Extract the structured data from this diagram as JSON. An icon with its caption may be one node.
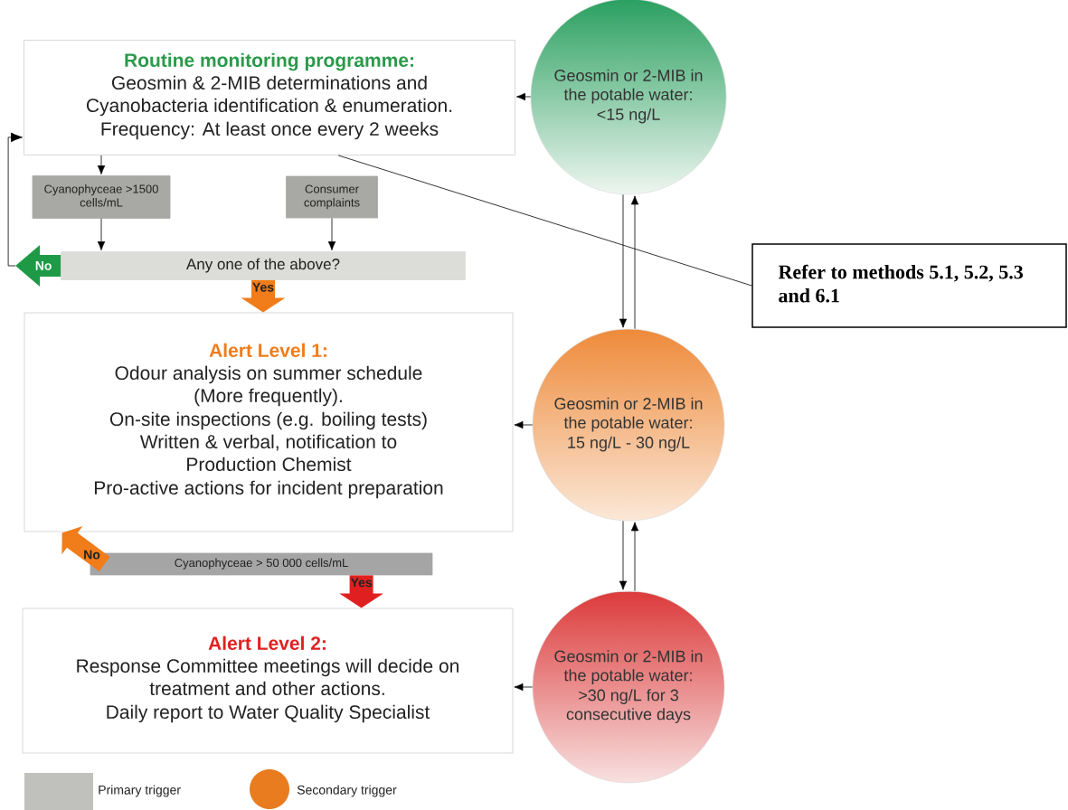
{
  "diagram": {
    "nodes": [
      {
        "text": [
          "Routine monitoring programme:",
          "Geosmin & 2-MIB determinations and Cyanobacteria identification & enumeration.",
          "Frequency: At least once every 2 weeks"
        ]
      },
      {
        "text": [
          "Cyanophyceae >1500 cells/mL"
        ]
      },
      {
        "text": [
          "Consumer complaints"
        ]
      },
      {
        "text": [
          "Any one of the above?"
        ]
      },
      {
        "text": [
          "Alert Level 1:",
          "Odour analysis on summer schedule (More frequently).",
          "On-site inspections (e.g. boiling tests)",
          "Written & verbal, notification to Production Chemist",
          "Pro-active actions for incident preparation"
        ]
      },
      {
        "text": [
          "Cyanophyceae > 50 000 cells/mL"
        ]
      },
      {
        "text": [
          "Alert Level 2:",
          "Response Committee meetings will decide on treatment and other actions.",
          "Daily report to Water Quality Specialist"
        ]
      },
      {
        "text": [
          "Geosmin or 2-MIB in the potable water:",
          "<15 ng/L"
        ]
      },
      {
        "text": [
          "Geosmin or 2-MIB in the potable water:",
          "15 ng/L - 30 ng/L"
        ]
      },
      {
        "text": [
          "Geosmin or 2-MIB in the potable water:",
          ">30 ng/L for 3 consecutive days"
        ]
      },
      {
        "text": [
          "Refer to methods 5.1, 5.2, 5.3 and 6.1"
        ]
      }
    ],
    "edges": [
      {
        "from": 0,
        "to": 1,
        "arrow": "to"
      },
      {
        "from": 1,
        "to": 3,
        "arrow": "to"
      },
      {
        "from": 2,
        "to": 3,
        "arrow": "to"
      },
      {
        "from": 3,
        "to": 0,
        "arrow": "to",
        "label": "No"
      },
      {
        "from": 3,
        "to": 4,
        "arrow": "to",
        "label": "Yes",
        "style": "thick",
        "color": "#f07c1a"
      },
      {
        "from": 5,
        "to": 4,
        "arrow": "to",
        "label": "No",
        "style": "thick",
        "color": "#f07c1a"
      },
      {
        "from": 5,
        "to": 6,
        "arrow": "to",
        "label": "Yes",
        "style": "thick",
        "color": "#e02020"
      },
      {
        "from": 7,
        "to": 0,
        "arrow": "to"
      },
      {
        "from": 7,
        "to": 8,
        "arrow": "to"
      },
      {
        "from": 8,
        "to": 7,
        "arrow": "to"
      },
      {
        "from": 8,
        "to": 4,
        "arrow": "to"
      },
      {
        "from": 8,
        "to": 9,
        "arrow": "to"
      },
      {
        "from": 9,
        "to": 8,
        "arrow": "to"
      },
      {
        "from": 9,
        "to": 6,
        "arrow": "to"
      },
      {
        "from": 10,
        "to": 0,
        "arrow": "none"
      }
    ],
    "legend": [
      {
        "text": "Primary trigger",
        "color": "#c0c0bc"
      },
      {
        "text": "Secondary trigger",
        "color": "#e87c1e"
      }
    ]
  }
}
